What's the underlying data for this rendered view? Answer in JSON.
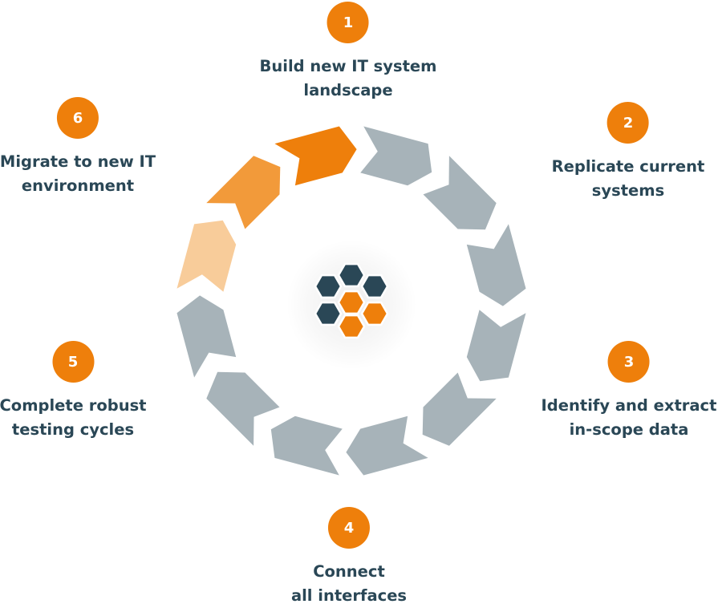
{
  "colors": {
    "orange": "#ee7f0b",
    "orange_mid": "#f29a3a",
    "orange_light": "#f8cc9a",
    "gray_arrow": "#a7b3b9",
    "dark_teal": "#2a4756",
    "label_text": "#2a4756"
  },
  "steps": [
    {
      "number": "1",
      "label_lines": [
        "Build new IT system",
        "landscape"
      ]
    },
    {
      "number": "2",
      "label_lines": [
        "Replicate current",
        "systems"
      ]
    },
    {
      "number": "3",
      "label_lines": [
        "Identify and extract",
        "in-scope data"
      ]
    },
    {
      "number": "4",
      "label_lines": [
        "Connect",
        "all interfaces"
      ]
    },
    {
      "number": "5",
      "label_lines": [
        "Complete robust",
        "testing cycles"
      ]
    },
    {
      "number": "6",
      "label_lines": [
        "Migrate to new IT",
        "environment"
      ]
    }
  ],
  "cycle": {
    "arrow_count": 12,
    "highlighted_arrows": [
      {
        "index": 11,
        "tone": "orange"
      },
      {
        "index": 10,
        "tone": "orange_mid"
      },
      {
        "index": 9,
        "tone": "orange_light"
      }
    ]
  },
  "hub": {
    "icon": "hexagon-cluster-icon",
    "hexagons": [
      {
        "tone": "dark_teal"
      },
      {
        "tone": "dark_teal"
      },
      {
        "tone": "dark_teal"
      },
      {
        "tone": "dark_teal"
      },
      {
        "tone": "orange"
      },
      {
        "tone": "orange"
      },
      {
        "tone": "orange"
      }
    ]
  }
}
